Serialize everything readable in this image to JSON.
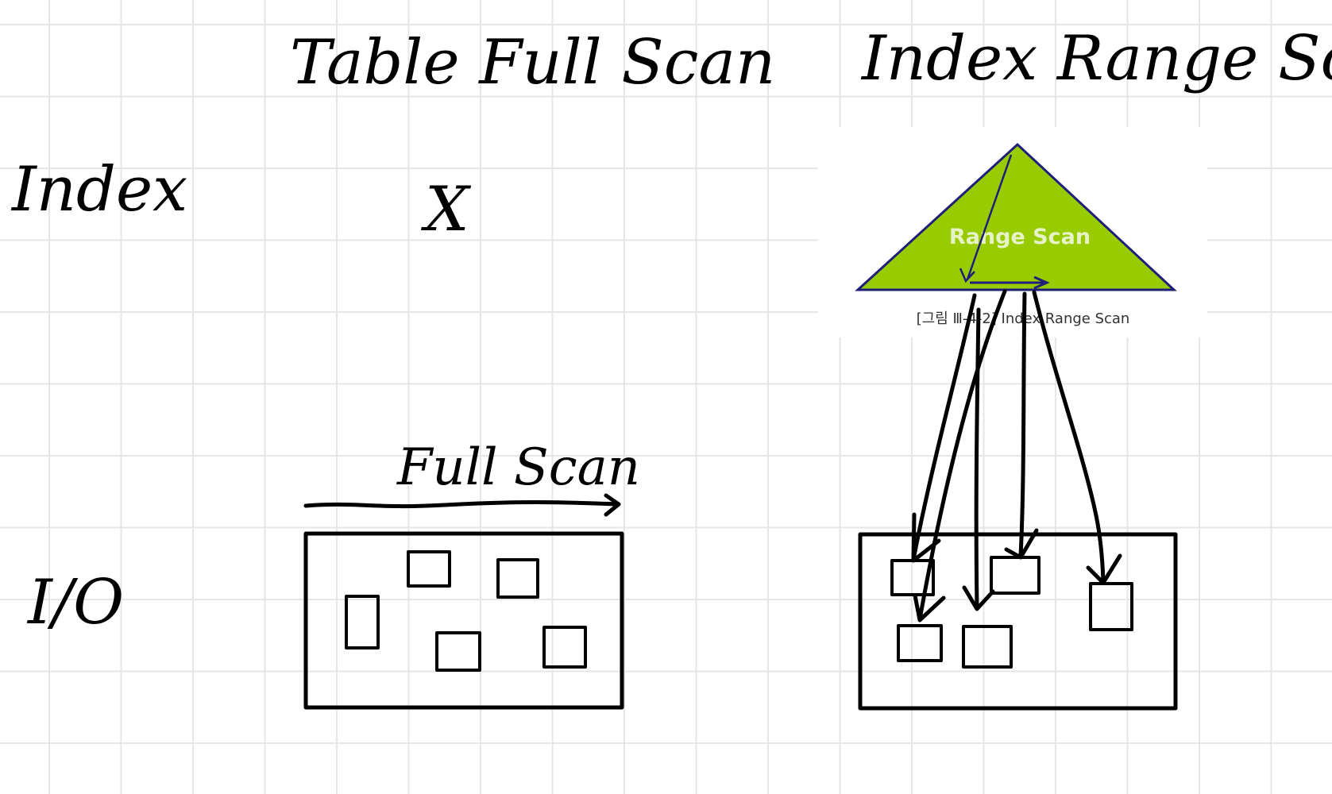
{
  "headers": {
    "table_full_scan": "Table Full Scan",
    "index_range_scan": "Index Range Scan."
  },
  "row_labels": {
    "index": "Index",
    "io": "I/O"
  },
  "cells": {
    "index_full_scan_mark": "X"
  },
  "full_scan_arrow_label": "Full Scan",
  "index_tree": {
    "label": "Range Scan",
    "caption": "[그림 Ⅲ-4-2] Index Range Scan",
    "fill_color": "#99cc00",
    "edge_color": "#1f1f7a"
  },
  "colors": {
    "ink": "#000000",
    "grid": "#e6e6e6",
    "background": "#ffffff"
  }
}
